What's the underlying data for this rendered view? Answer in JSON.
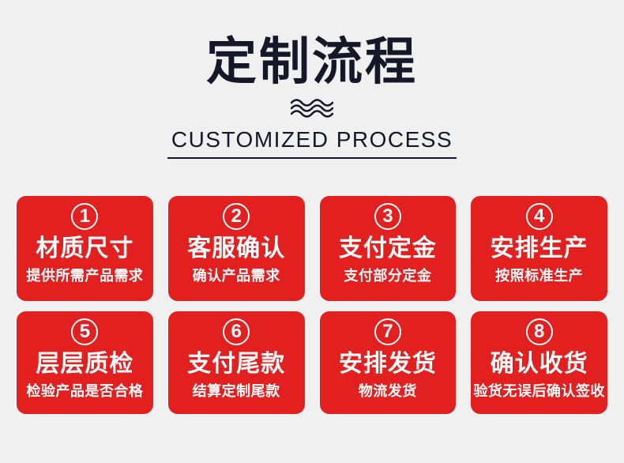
{
  "page": {
    "background_color": "#f0f0f1"
  },
  "header": {
    "title": "定制流程",
    "subtitle": "CUSTOMIZED PROCESS",
    "ink_color": "#141829",
    "wave_icon": "waves-icon"
  },
  "process": {
    "accent_color": "#e22020",
    "text_color": "#ffffff",
    "steps": [
      {
        "number": "1",
        "title": "材质尺寸",
        "desc": "提供所需产品需求"
      },
      {
        "number": "2",
        "title": "客服确认",
        "desc": "确认产品需求"
      },
      {
        "number": "3",
        "title": "支付定金",
        "desc": "支付部分定金"
      },
      {
        "number": "4",
        "title": "安排生产",
        "desc": "按照标准生产"
      },
      {
        "number": "5",
        "title": "层层质检",
        "desc": "检验产品是否合格"
      },
      {
        "number": "6",
        "title": "支付尾款",
        "desc": "结算定制尾款"
      },
      {
        "number": "7",
        "title": "安排发货",
        "desc": "物流发货"
      },
      {
        "number": "8",
        "title": "确认收货",
        "desc": "验货无误后确认签收"
      }
    ]
  }
}
